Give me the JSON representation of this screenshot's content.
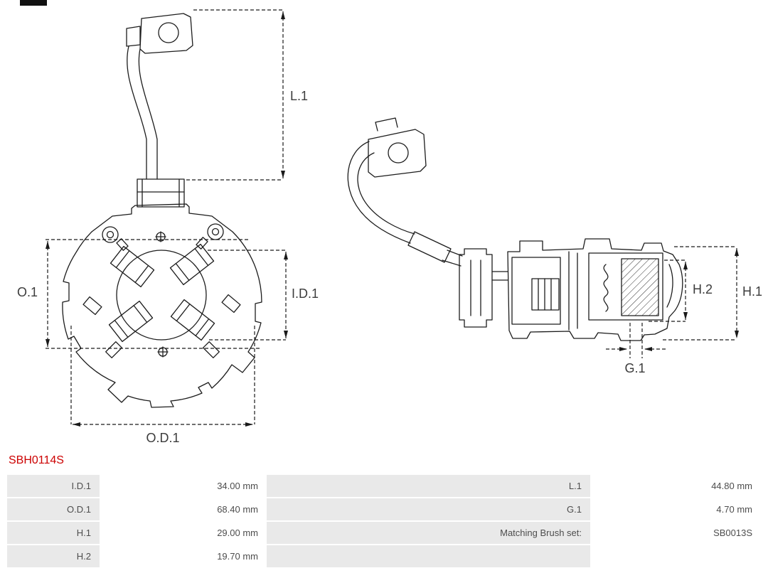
{
  "part": {
    "number": "SBH0114S"
  },
  "drawing": {
    "labels": {
      "l1": "L.1",
      "o1": "O.1",
      "id1": "I.D.1",
      "od1": "O.D.1",
      "h2": "H.2",
      "h1": "H.1",
      "g1": "G.1"
    }
  },
  "spec_table": {
    "rows": [
      {
        "c1": "I.D.1",
        "v1": "34.00 mm",
        "c2": "L.1",
        "v2": "44.80 mm"
      },
      {
        "c1": "O.D.1",
        "v1": "68.40 mm",
        "c2": "G.1",
        "v2": "4.70 mm"
      },
      {
        "c1": "H.1",
        "v1": "29.00 mm",
        "c2": "Matching Brush set:",
        "v2": "SB0013S"
      },
      {
        "c1": "H.2",
        "v1": "19.70 mm",
        "c2": "",
        "v2": ""
      }
    ]
  },
  "colors": {
    "part_number": "#cc0000",
    "table_label_bg": "#e9e9e9",
    "table_text": "#4d4d4d",
    "line": "#1a1a1a"
  }
}
